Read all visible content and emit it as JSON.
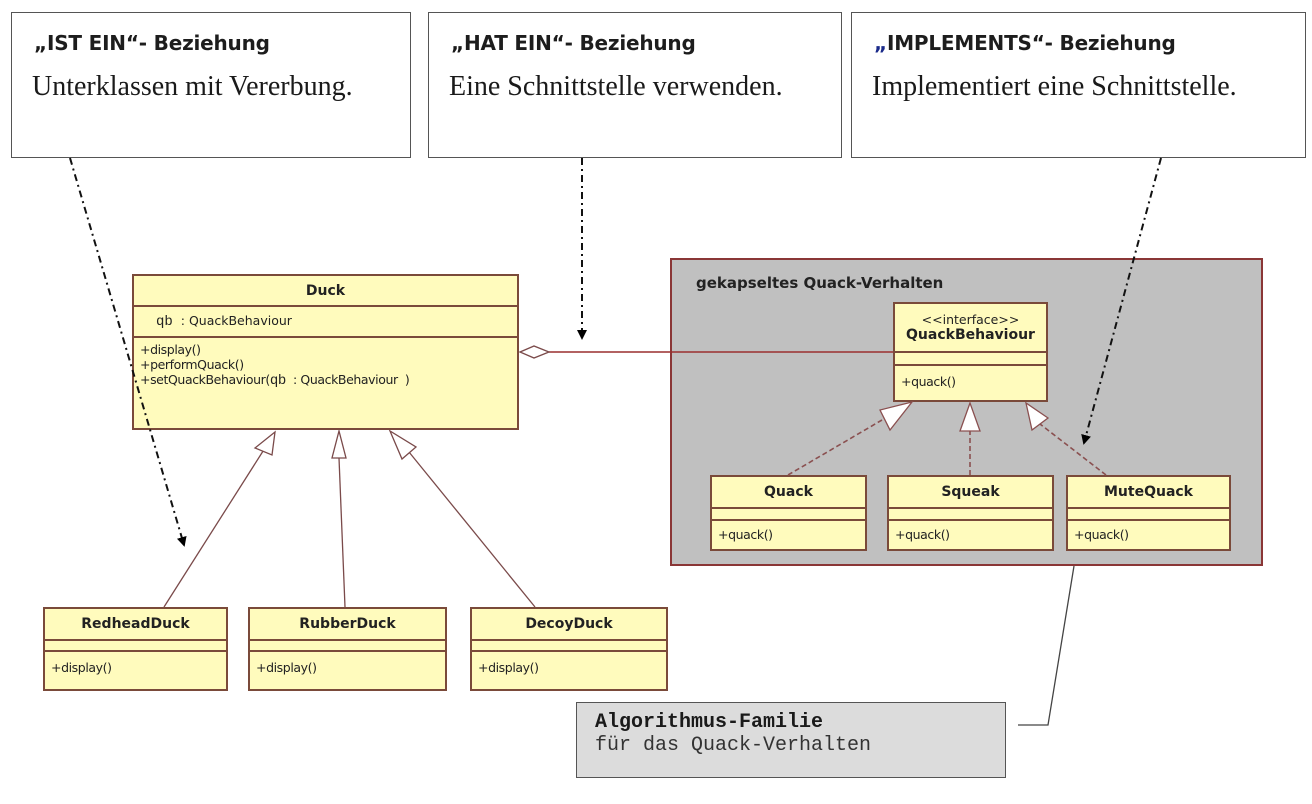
{
  "notes": [
    {
      "quote_open": "„",
      "title": "IST EIN“- Beziehung",
      "body": "Unterklassen mit Vererbung."
    },
    {
      "quote_open": "„",
      "title": "HAT EIN“- Beziehung",
      "body": "Eine Schnittstelle verwenden."
    },
    {
      "quote_open": "„",
      "title": "IMPLEMENTS“- Beziehung",
      "body": "Implementiert eine Schnittstelle."
    }
  ],
  "duck": {
    "name": "Duck",
    "attr_name": "qb",
    "attr_type": ": QuackBehaviour",
    "ops": [
      "+display()",
      "+performQuack()"
    ],
    "op3_prefix": "+setQuackBehaviour(",
    "op3_param": "qb",
    "op3_type": ": QuackBehaviour",
    "op3_suffix": ")"
  },
  "subclasses": [
    {
      "name": "RedheadDuck",
      "op": "+display()"
    },
    {
      "name": "RubberDuck",
      "op": "+display()"
    },
    {
      "name": "DecoyDuck",
      "op": "+display()"
    }
  ],
  "package": {
    "title": "gekapseltes Quack-Verhalten",
    "interface": {
      "stereotype": "<<interface>>",
      "name": "QuackBehaviour",
      "op": "+quack()"
    },
    "implementations": [
      {
        "name": "Quack",
        "op": "+quack()"
      },
      {
        "name": "Squeak",
        "op": "+quack()"
      },
      {
        "name": "MuteQuack",
        "op": "+quack()"
      }
    ]
  },
  "legend": {
    "line1": "Algorithmus-Familie",
    "line2": "für das Quack-Verhalten"
  },
  "colors": {
    "class_fill": "#fffbbd",
    "class_border": "#7a4a3a",
    "package_fill": "#c0c0c0",
    "package_border": "#8a3636",
    "legend_fill": "#dcdcdc"
  }
}
